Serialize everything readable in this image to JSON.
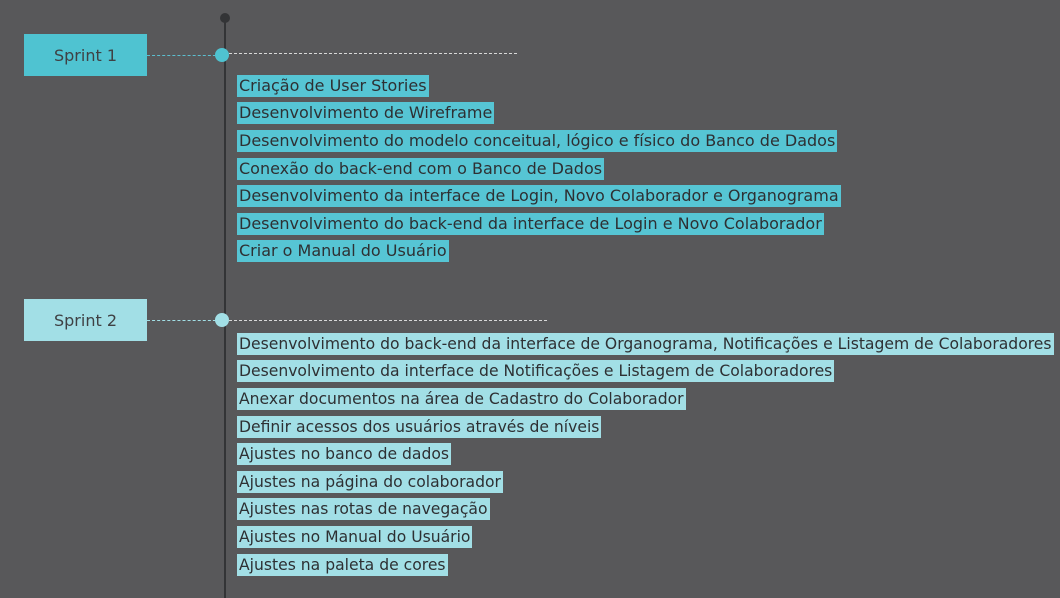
{
  "colors": {
    "background": "#58585a",
    "timeline": "#333436",
    "sprint1_accent": "#4fc3d1",
    "sprint2_accent": "#a2dfe6"
  },
  "sprints": [
    {
      "label": "Sprint 1",
      "tasks": [
        "Criação de User Stories",
        "Desenvolvimento de Wireframe",
        "Desenvolvimento do modelo conceitual, lógico e físico do Banco de Dados",
        "Conexão do back-end com o Banco de Dados",
        "Desenvolvimento da interface de Login, Novo Colaborador e Organograma",
        "Desenvolvimento do back-end da interface de Login e Novo Colaborador",
        "Criar o Manual do Usuário"
      ]
    },
    {
      "label": "Sprint 2",
      "tasks": [
        "Desenvolvimento do back-end da interface de Organograma, Notificações e Listagem de Colaboradores",
        "Desenvolvimento da interface de Notificações e Listagem de Colaboradores",
        "Anexar documentos na área de Cadastro do Colaborador",
        "Definir acessos dos usuários através de níveis",
        "Ajustes no banco de dados",
        "Ajustes na página do colaborador",
        "Ajustes nas rotas de navegação",
        "Ajustes no Manual do Usuário",
        "Ajustes na paleta de cores"
      ]
    }
  ]
}
